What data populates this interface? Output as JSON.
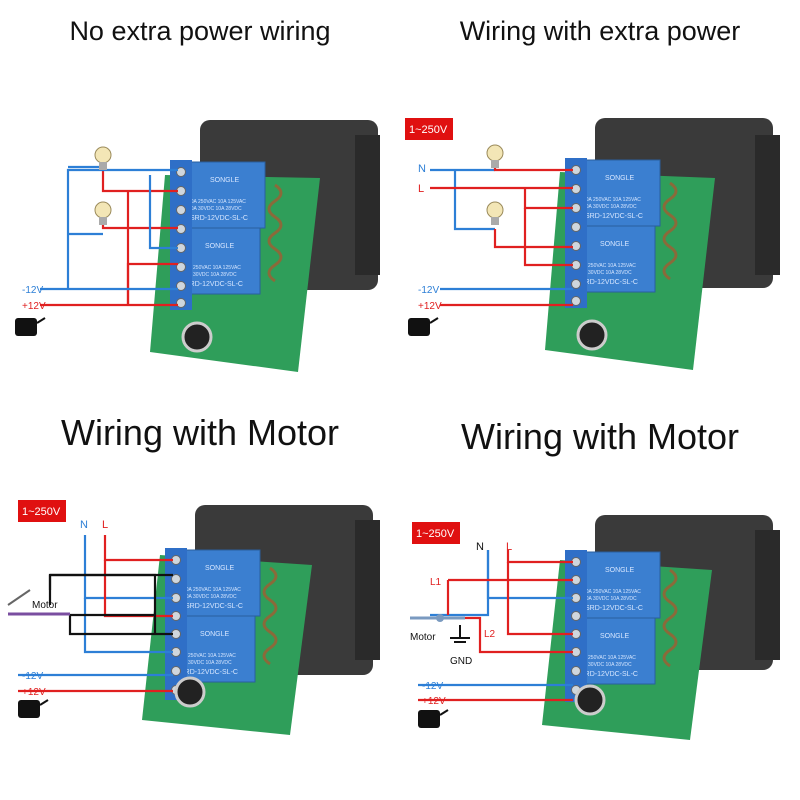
{
  "panels": [
    {
      "title": "No extra power wiring",
      "voltage_badge": "",
      "labels": {
        "neg": "-12V",
        "pos": "+12V"
      }
    },
    {
      "title": "Wiring with extra power",
      "voltage_badge": "1~250V",
      "labels": {
        "N": "N",
        "L": "L",
        "neg": "-12V",
        "pos": "+12V"
      }
    },
    {
      "title": "Wiring with Motor",
      "voltage_badge": "1~250V",
      "labels": {
        "N": "N",
        "L": "L",
        "motor": "Motor",
        "neg": "-12V",
        "pos": "+12V"
      }
    },
    {
      "title": "Wiring with Motor",
      "voltage_badge": "1~250V",
      "labels": {
        "N": "N",
        "L": "L",
        "L1": "L1",
        "L2": "L2",
        "motor": "Motor",
        "gnd": "GND",
        "neg": "-12V",
        "pos": "+12V"
      }
    }
  ],
  "board": {
    "relay_brand": "SONGLE",
    "relay_specs": [
      "10A 250VAC  10A 125VAC",
      "10A  30VDC  10A  28VDC"
    ],
    "relay_model": "SRD-12VDC-SL-C"
  },
  "colors": {
    "live_wire": "#e02020",
    "neutral_wire": "#2d7fd6",
    "motor_wire": "#111111",
    "badge": "#e01010",
    "relay": "#3b7fd0",
    "pcb": "#2f9e5a",
    "case": "#3a3a3a"
  }
}
